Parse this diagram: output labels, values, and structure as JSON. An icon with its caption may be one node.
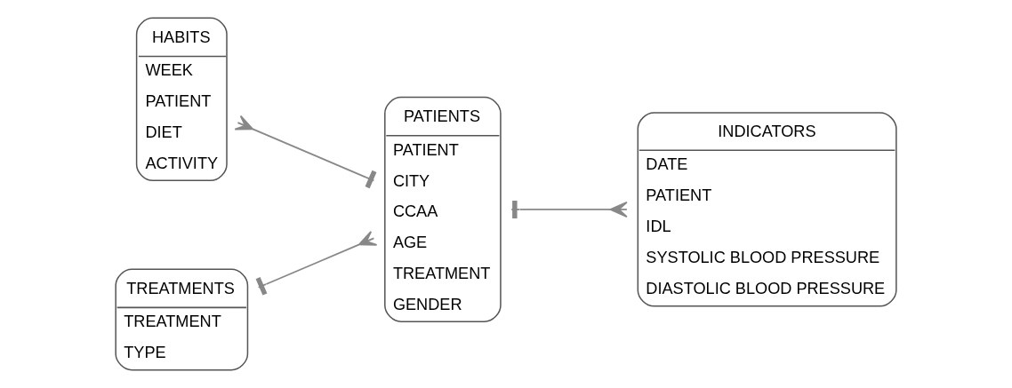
{
  "diagram": {
    "nodes": [
      {
        "text": [
          "HABITS",
          "WEEK",
          "PATIENT",
          "DIET",
          "ACTIVITY"
        ]
      },
      {
        "text": [
          "PATIENTS",
          "PATIENT",
          "CITY",
          "CCAA",
          "AGE",
          "TREATMENT",
          "GENDER"
        ]
      },
      {
        "text": [
          "INDICATORS",
          "DATE",
          "PATIENT",
          "IDL",
          "SYSTOLIC BLOOD PRESSURE",
          "DIASTOLIC BLOOD PRESSURE"
        ]
      },
      {
        "text": [
          "TREATMENTS",
          "TREATMENT",
          "TYPE"
        ]
      }
    ],
    "edges": [
      {
        "from": 0,
        "to": 1,
        "arrow": "other"
      },
      {
        "from": 2,
        "to": 1,
        "arrow": "other"
      },
      {
        "from": 1,
        "to": 3,
        "arrow": "other"
      }
    ]
  }
}
